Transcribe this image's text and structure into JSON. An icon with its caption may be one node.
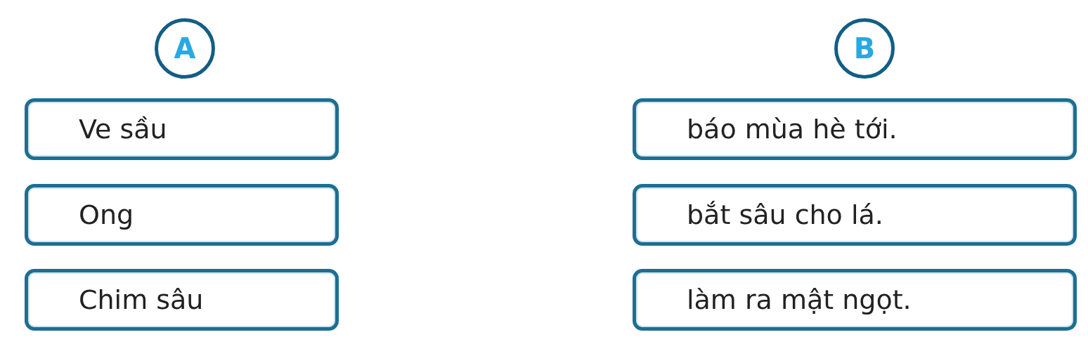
{
  "diagram": {
    "nodes": [
      {
        "text": [
          "A"
        ]
      },
      {
        "text": [
          "B"
        ]
      },
      {
        "text": [
          "Ve sầu"
        ]
      },
      {
        "text": [
          "báo mùa hè tới."
        ]
      },
      {
        "text": [
          "Ong"
        ]
      },
      {
        "text": [
          "bắt sâu cho lá."
        ]
      },
      {
        "text": [
          "Chim sâu"
        ]
      },
      {
        "text": [
          "làm ra mật ngọt."
        ]
      }
    ]
  }
}
